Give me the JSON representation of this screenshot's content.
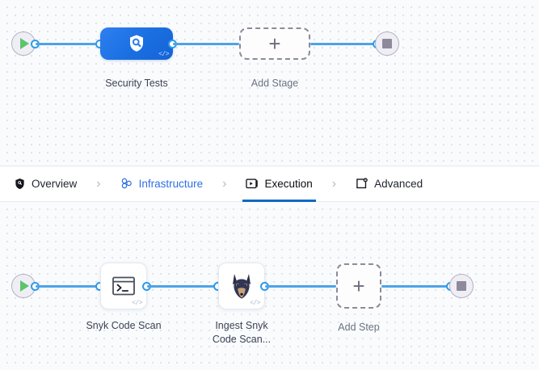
{
  "tabs": {
    "separator": "›",
    "items": [
      {
        "label": "Overview",
        "icon": "shield-icon",
        "state": "default"
      },
      {
        "label": "Infrastructure",
        "icon": "infrastructure-icon",
        "state": "link"
      },
      {
        "label": "Execution",
        "icon": "execution-play-icon",
        "state": "active"
      },
      {
        "label": "Advanced",
        "icon": "advanced-gear-icon",
        "state": "default"
      }
    ]
  },
  "stage_flow": {
    "start_node": {
      "icon": "play-icon"
    },
    "end_node": {
      "icon": "stop-icon"
    },
    "nodes": [
      {
        "label": "Security Tests",
        "icon": "shield-search-icon",
        "badge": "</>",
        "type": "stage"
      },
      {
        "label": "Add Stage",
        "icon": "plus-icon",
        "type": "add"
      }
    ]
  },
  "step_flow": {
    "start_node": {
      "icon": "play-icon"
    },
    "end_node": {
      "icon": "stop-icon"
    },
    "nodes": [
      {
        "label": "Snyk Code Scan",
        "icon": "terminal-icon",
        "badge": "</>",
        "type": "step"
      },
      {
        "label": "Ingest Snyk\nCode Scan...",
        "icon": "snyk-doberman-icon",
        "badge": "</>",
        "type": "step"
      },
      {
        "label": "Add Step",
        "icon": "plus-icon",
        "type": "add"
      }
    ]
  },
  "colors": {
    "accent_blue": "#2f6fe4",
    "edge_blue": "#4da3e8",
    "active_underline": "#1268c3",
    "stage_node_blue": "#1a6fe0",
    "play_green": "#5cc46b",
    "canvas_bg": "#f9fbfd"
  },
  "glyphs": {
    "plus": "+"
  }
}
